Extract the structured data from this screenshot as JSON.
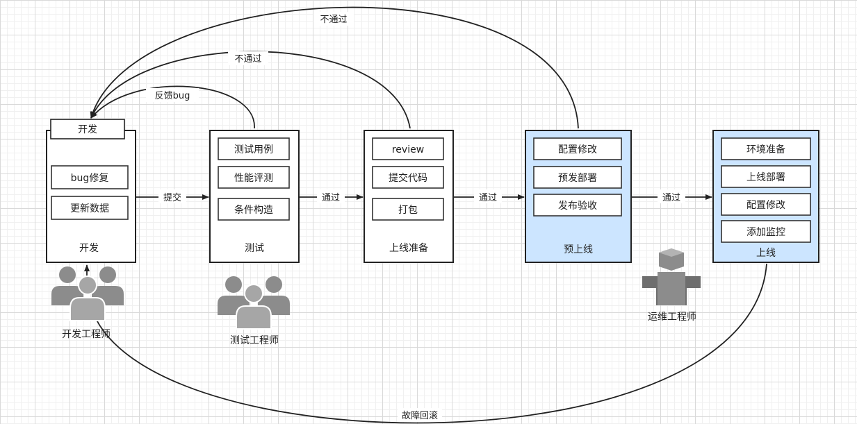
{
  "stages": [
    {
      "id": "dev",
      "title": "开发",
      "tag": "开发",
      "items": [
        "bug修复",
        "更新数据"
      ],
      "highlight": false
    },
    {
      "id": "test",
      "title": "测试",
      "items": [
        "测试用例",
        "性能评测",
        "条件构造"
      ],
      "highlight": false
    },
    {
      "id": "prep",
      "title": "上线准备",
      "items": [
        "review",
        "提交代码",
        "打包"
      ],
      "highlight": false
    },
    {
      "id": "pre",
      "title": "预上线",
      "items": [
        "配置修改",
        "预发部署",
        "发布验收"
      ],
      "highlight": true
    },
    {
      "id": "live",
      "title": "上线",
      "items": [
        "环境准备",
        "上线部署",
        "配置修改",
        "添加监控"
      ],
      "highlight": true
    }
  ],
  "edges": [
    {
      "from": "dev",
      "to": "test",
      "label": "提交"
    },
    {
      "from": "test",
      "to": "prep",
      "label": "通过"
    },
    {
      "from": "prep",
      "to": "pre",
      "label": "通过"
    },
    {
      "from": "pre",
      "to": "live",
      "label": "通过"
    },
    {
      "from": "test",
      "to": "dev",
      "label": "反馈bug"
    },
    {
      "from": "prep",
      "to": "dev",
      "label": "不通过"
    },
    {
      "from": "pre",
      "to": "dev",
      "label": "不通过"
    },
    {
      "from": "live",
      "to": "dev",
      "label": "故障回滚"
    }
  ],
  "roles": [
    {
      "id": "dev-engineer",
      "label": "开发工程师",
      "icon": "developer-team-icon"
    },
    {
      "id": "test-engineer",
      "label": "测试工程师",
      "icon": "tester-team-icon"
    },
    {
      "id": "ops-engineer",
      "label": "运维工程师",
      "icon": "ops-engineer-icon"
    }
  ],
  "colors": {
    "highlight_fill": "#cce5ff",
    "stroke": "#222222",
    "icon_gray": "#8c8c8c"
  }
}
